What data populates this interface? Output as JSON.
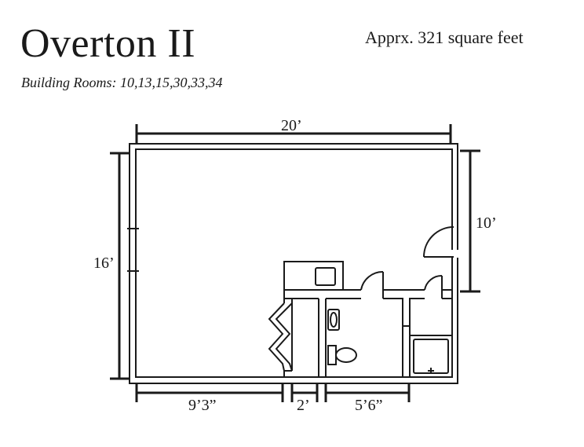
{
  "header": {
    "title": "Overton II",
    "subtitle": "Building Rooms: 10,13,15,30,33,34",
    "area": "Apprx. 321 square feet"
  },
  "dimensions": {
    "top_width": "20’",
    "left_height": "16’",
    "right_height": "10’",
    "bottom_left": "9’3”",
    "bottom_middle": "2’",
    "bottom_right": "5’6”"
  },
  "colors": {
    "line": "#1a1a1a",
    "background": "#ffffff"
  }
}
